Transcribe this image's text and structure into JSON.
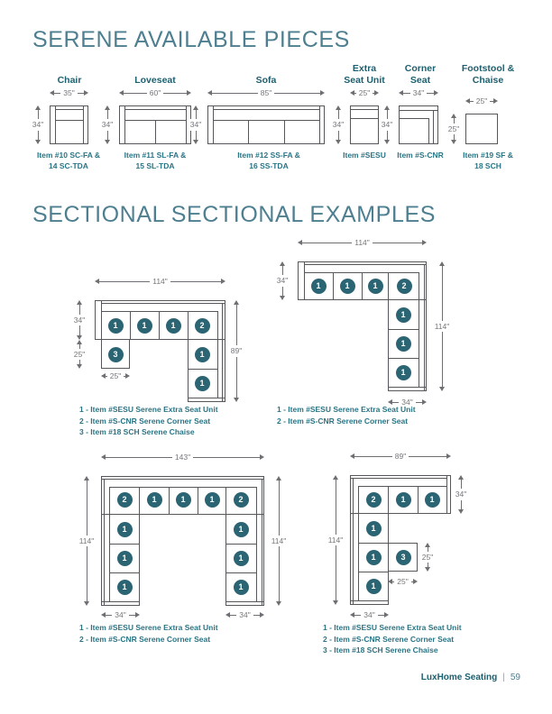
{
  "page": {
    "title_pieces": "SERENE AVAILABLE PIECES",
    "title_sectionals": "SECTIONAL SECTIONAL EXAMPLES",
    "footer": {
      "brand": "LuxHome Seating",
      "separator": "|",
      "page_number": "59"
    }
  },
  "pieces": [
    {
      "name": "Chair",
      "width_label": "35\"",
      "height_label": "34\"",
      "item_lines": [
        "Item #10 SC-FA &",
        "14 SC-TDA"
      ]
    },
    {
      "name": "Loveseat",
      "width_label": "60\"",
      "height_label": "34\"",
      "item_lines": [
        "Item #11 SL-FA &",
        "15 SL-TDA"
      ]
    },
    {
      "name": "Sofa",
      "width_label": "85\"",
      "height_label": "34\"",
      "item_lines": [
        "Item #12 SS-FA &",
        "16 SS-TDA"
      ]
    },
    {
      "name": "Extra",
      "name2": "Seat Unit",
      "width_label": "25\"",
      "height_label": "34\"",
      "item_lines": [
        "Item #SESU"
      ]
    },
    {
      "name": "Corner",
      "name2": "Seat",
      "width_label": "34\"",
      "height_label": "34\"",
      "item_lines": [
        "Item #S-CNR"
      ]
    },
    {
      "name": "Footstool &",
      "name2": "Chaise",
      "width_label": "25\"",
      "height_label": "25\"",
      "item_lines": [
        "Item #19 SF &",
        "18 SCH"
      ]
    }
  ],
  "sectionals": [
    {
      "badges": [
        "1",
        "1",
        "1",
        "2",
        "1",
        "1",
        "3"
      ],
      "dims": {
        "top": "114\"",
        "left_upper": "34\"",
        "left_lower": "25\"",
        "chaise_bottom": "25\"",
        "right": "89\""
      },
      "caption": [
        "1 - Item #SESU Serene Extra Seat Unit",
        "2 - Item #S-CNR Serene Corner Seat",
        "3 - Item #18 SCH Serene Chaise"
      ]
    },
    {
      "badges": [
        "1",
        "1",
        "1",
        "2",
        "1",
        "1",
        "1"
      ],
      "dims": {
        "top": "114\"",
        "left": "34\"",
        "right": "114\"",
        "bottom": "34\""
      },
      "caption": [
        "1 - Item #SESU Serene Extra Seat Unit",
        "2 - Item #S-CNR Serene Corner Seat"
      ]
    },
    {
      "badges": [
        "2",
        "1",
        "1",
        "1",
        "2",
        "1",
        "1",
        "1",
        "1",
        "1",
        "1"
      ],
      "dims": {
        "top": "143\"",
        "left": "114\"",
        "right": "114\"",
        "bottom_left": "34\"",
        "bottom_right": "34\""
      },
      "caption": [
        "1 - Item #SESU Serene Extra Seat Unit",
        "2 - Item #S-CNR Serene Corner Seat"
      ]
    },
    {
      "badges": [
        "2",
        "1",
        "1",
        "1",
        "1",
        "1",
        "3"
      ],
      "dims": {
        "top": "89\"",
        "top_right": "34\"",
        "left": "114\"",
        "chaise_right": "25\"",
        "chaise_bottom": "25\"",
        "bottom": "34\""
      },
      "caption": [
        "1 - Item #SESU Serene Extra Seat Unit",
        "2 - Item #S-CNR Serene Corner Seat",
        "3 - Item #18 SCH Serene Chaise"
      ]
    }
  ]
}
